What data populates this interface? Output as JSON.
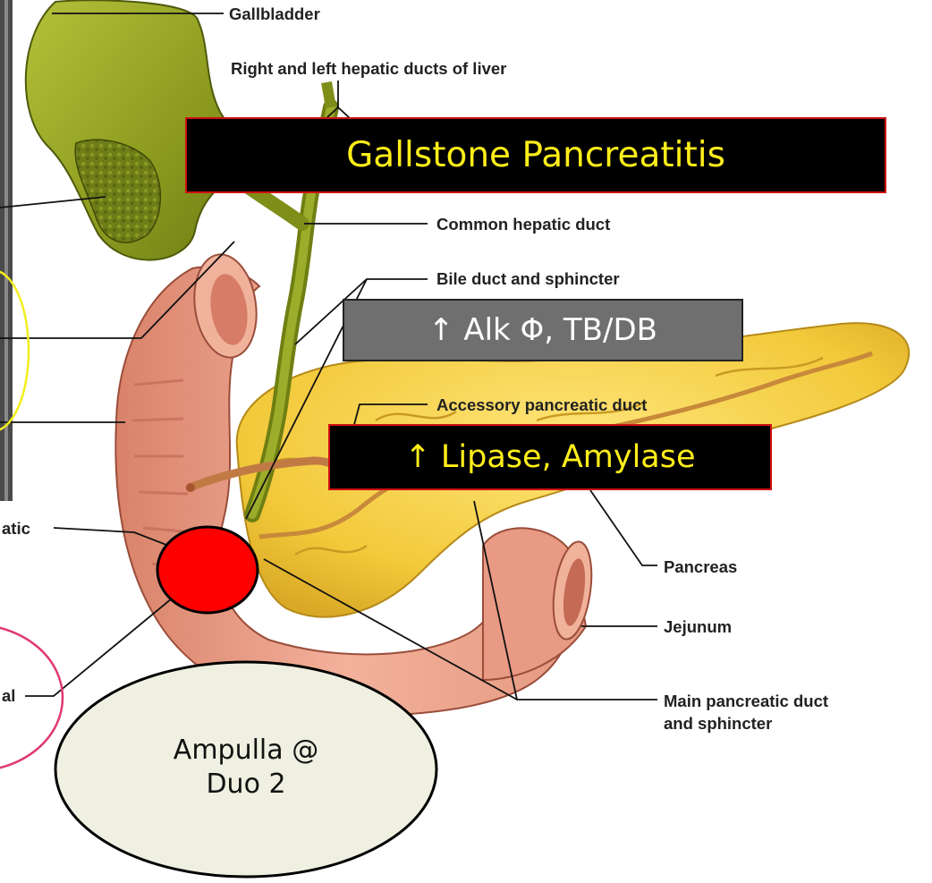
{
  "labels": {
    "gallbladder": "Gallbladder",
    "hepatic_ducts": "Right and left hepatic ducts of liver",
    "common_hepatic": "Common hepatic duct",
    "bile_duct": "Bile duct and sphincter",
    "accessory_pancreatic": "Accessory pancreatic duct",
    "pancreas": "Pancreas",
    "jejunum": "Jejunum",
    "main_pancreatic_line1": "Main pancreatic duct",
    "main_pancreatic_line2": "and sphincter",
    "cut_left_1": "atic",
    "cut_left_2": "al"
  },
  "annotations": {
    "title": "Gallstone Pancreatitis",
    "alk": "↑ Alk Φ, TB/DB",
    "lipase": "↑ Lipase, Amylase",
    "ampulla_line1": "Ampulla @",
    "ampulla_line2": "Duo 2"
  },
  "colors": {
    "title_text": "#ffee1a",
    "box_border": "#d01010",
    "stone_fill": "#ff0000",
    "callout_fill": "#eff0e1",
    "yellow_circle": "#f2ee1c",
    "pink_circle": "#e0396e",
    "pancreas": "#f1cb3c",
    "gallbladder": "#8f9e20",
    "duodenum": "#eda28a"
  }
}
